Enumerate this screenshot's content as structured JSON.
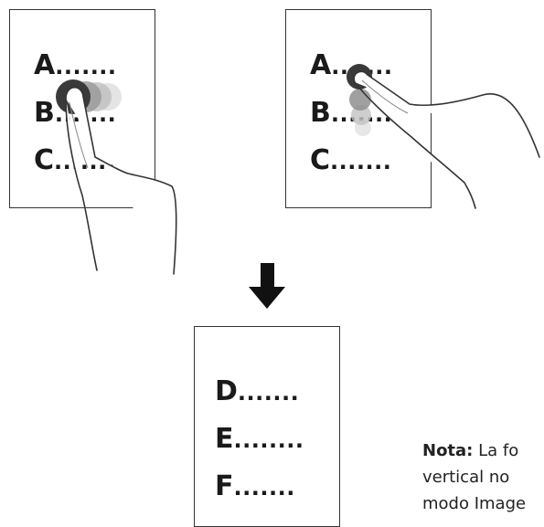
{
  "panels": [
    {
      "rows": [
        {
          "letter": "A",
          "dots": "......."
        },
        {
          "letter": "B",
          "dots": "......."
        },
        {
          "letter": "C",
          "dots": "......."
        }
      ]
    },
    {
      "rows": [
        {
          "letter": "A",
          "dots": "......."
        },
        {
          "letter": "B",
          "dots": "......."
        },
        {
          "letter": "C",
          "dots": "......."
        }
      ]
    },
    {
      "rows": [
        {
          "letter": "D",
          "dots": "......."
        },
        {
          "letter": "E",
          "dots": "........"
        },
        {
          "letter": "F",
          "dots": "......."
        }
      ]
    }
  ],
  "note": {
    "label": "Nota:",
    "line1": "La fo",
    "line2": "vertical no",
    "line3": "modo Image"
  },
  "colors": {
    "stroke": "#333333",
    "text": "#1a1a1a",
    "arrow": "#111111"
  }
}
